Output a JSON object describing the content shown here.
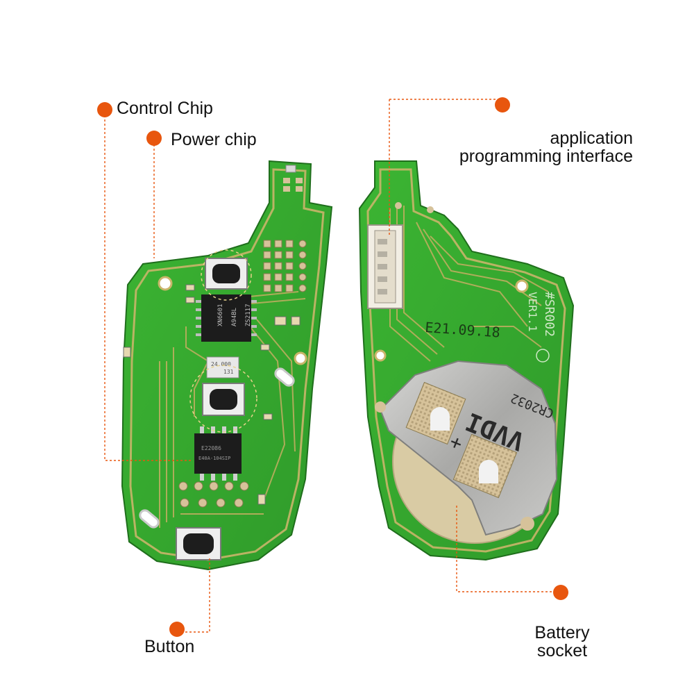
{
  "callouts": {
    "control_chip": "Control Chip",
    "power_chip": "Power chip",
    "api_line1": "application",
    "api_line2": "programming interface",
    "button": "Button",
    "battery_line1": "Battery",
    "battery_line2": "socket"
  },
  "board_print": {
    "model": "#SR002",
    "version": "VER1.1",
    "date": "E21.09.18",
    "battery_brand": "VVDI",
    "battery_type": "CR2032",
    "plus": "+"
  },
  "chip_markings": {
    "power_chip": [
      "XN6601",
      "A94BL",
      "ZS2117"
    ],
    "control_chip": [
      "E22086",
      "E40A-104SIP"
    ],
    "crystal": [
      "24.000",
      "131"
    ]
  },
  "colors": {
    "pcb_green": "#36a82e",
    "pcb_trace": "#d2b86a",
    "callout_orange": "#e8560e",
    "socket_metal": "#b9b9b7"
  }
}
